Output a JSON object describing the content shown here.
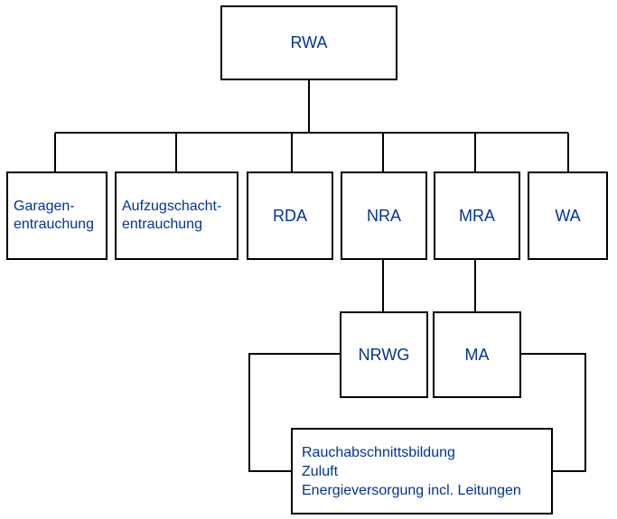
{
  "root": {
    "label": "RWA"
  },
  "level1": [
    {
      "id": "garagen",
      "lines": [
        "Garagen-",
        "entrauchung"
      ]
    },
    {
      "id": "aufzug",
      "lines": [
        "Aufzugschacht-",
        "entrauchung"
      ]
    },
    {
      "id": "rda",
      "label": "RDA"
    },
    {
      "id": "nra",
      "label": "NRA"
    },
    {
      "id": "mra",
      "label": "MRA"
    },
    {
      "id": "wa",
      "label": "WA"
    }
  ],
  "level2": [
    {
      "id": "nrwg",
      "label": "NRWG"
    },
    {
      "id": "ma",
      "label": "MA"
    }
  ],
  "common": {
    "lines": [
      "Rauchabschnittsbildung",
      "Zuluft",
      "Energieversorgung incl. Leitungen"
    ]
  },
  "colors": {
    "text": "#003399",
    "border": "#000000"
  }
}
